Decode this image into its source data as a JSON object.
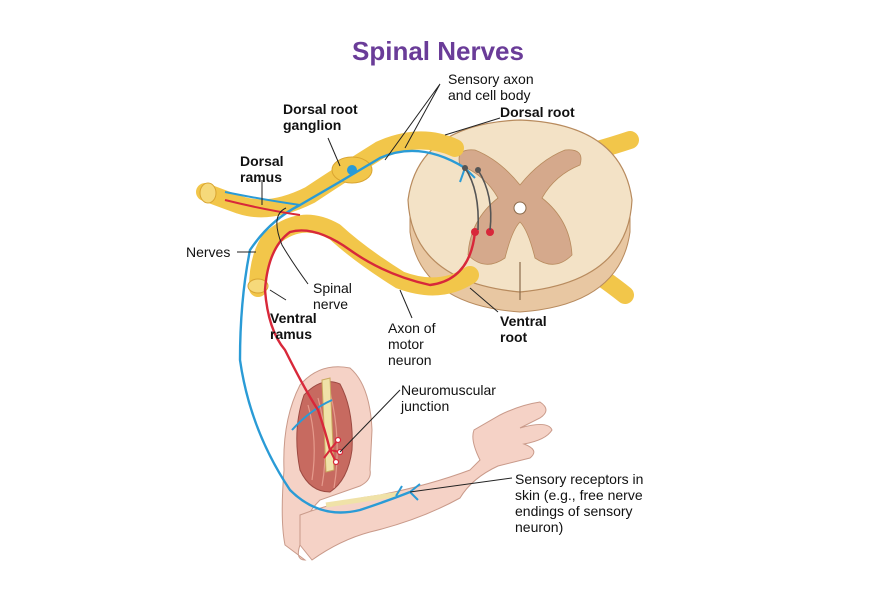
{
  "title": "Spinal Nerves",
  "labels": {
    "sensory_axon": "Sensory axon\nand cell body",
    "dorsal_root": "Dorsal root",
    "dorsal_root_ganglion": "Dorsal root\nganglion",
    "dorsal_ramus": "Dorsal\nramus",
    "nerves": "Nerves",
    "spinal_nerve": "Spinal\nnerve",
    "ventral_ramus": "Ventral\nramus",
    "axon_motor_neuron": "Axon of\nmotor\nneuron",
    "ventral_root": "Ventral\nroot",
    "neuromuscular_junction": "Neuromuscular\njunction",
    "sensory_receptors": "Sensory receptors in\nskin (e.g., free nerve\nendings of sensory\nneuron)"
  },
  "colors": {
    "title": "#6a3c98",
    "sensory_neuron": "#2a9bd6",
    "motor_neuron": "#d8283a",
    "nerve": "#f2c64a",
    "white_matter": "#f3e2c6",
    "gray_matter": "#d5a98c",
    "muscle": "#c76a60",
    "skin": "#f5d2c6",
    "leader_line": "#222222"
  }
}
